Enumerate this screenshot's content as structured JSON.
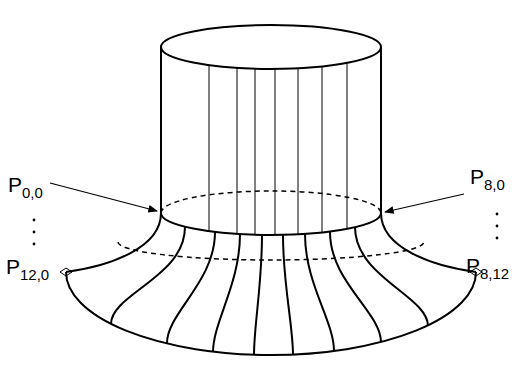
{
  "diagram": {
    "labels": [
      "P0,0",
      "P12,0",
      "P8,0",
      "P8,12"
    ]
  }
}
